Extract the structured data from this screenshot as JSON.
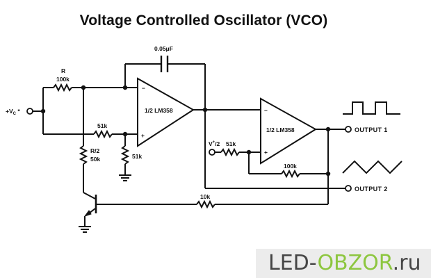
{
  "title": "Voltage Controlled Oscillator (VCO)",
  "components": {
    "input": {
      "label_prefix": "+V",
      "label_sub": "C",
      "label_suffix": " *"
    },
    "r_top": {
      "name": "R",
      "value": "100k"
    },
    "r_plus_in": {
      "value": "51k"
    },
    "r_plus_gnd": {
      "value": "51k"
    },
    "r_half": {
      "name": "R/2",
      "value": "50k"
    },
    "capacitor": {
      "value": "0.05μF"
    },
    "opamp1": {
      "label": "1/2 LM358",
      "minus": "−",
      "plus": "+"
    },
    "opamp2": {
      "label": "1/2 LM358",
      "minus": "−",
      "plus": "+"
    },
    "vref": {
      "label_main": "V",
      "label_sup": "+",
      "label_tail": "/2"
    },
    "r_vref": {
      "value": "51k"
    },
    "r_feedback": {
      "value": "100k"
    },
    "r_base": {
      "value": "10k"
    },
    "transistor": {
      "type": "NPN"
    }
  },
  "outputs": [
    {
      "label": "OUTPUT 1",
      "waveform": "square"
    },
    {
      "label": "OUTPUT 2",
      "waveform": "triangle"
    }
  ],
  "watermark": {
    "part1": "LED-",
    "part2": "OBZOR",
    "part3": ".ru",
    "color_dark": "#454545",
    "color_green": "#8dc63f"
  }
}
